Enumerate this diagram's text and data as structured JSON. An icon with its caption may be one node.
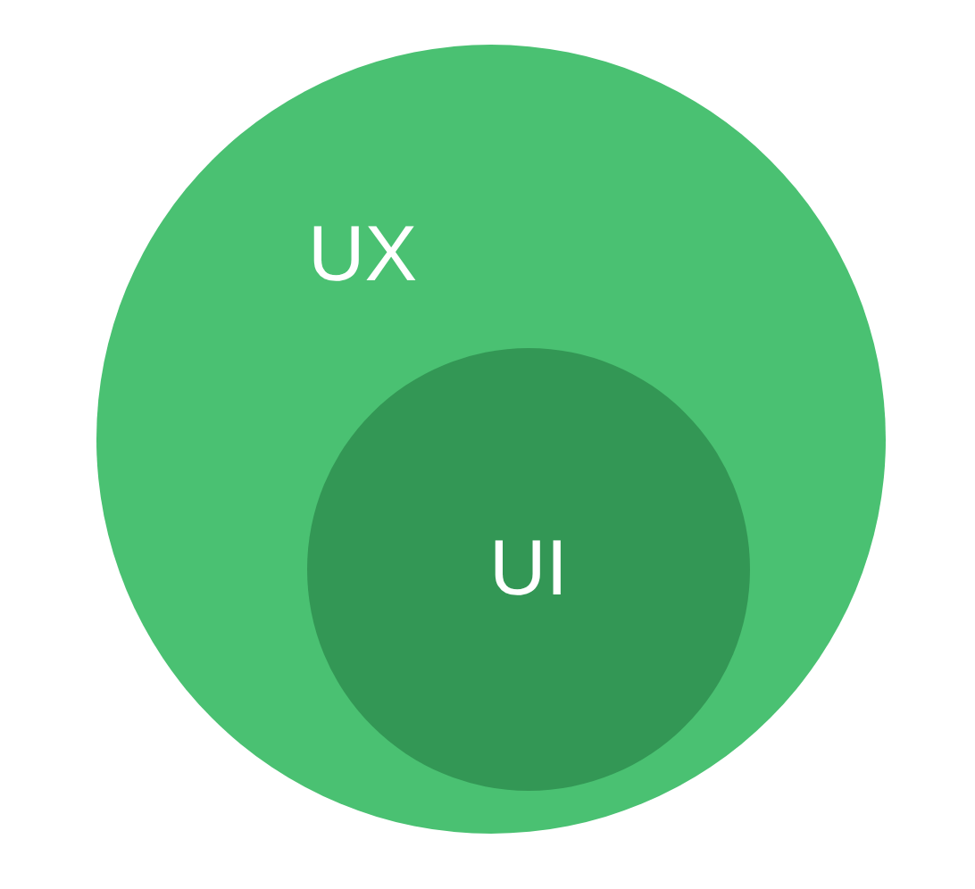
{
  "diagram": {
    "nodes": [
      {
        "text": [
          "UX"
        ]
      },
      {
        "text": [
          "UI"
        ],
        "in": 0
      }
    ]
  }
}
